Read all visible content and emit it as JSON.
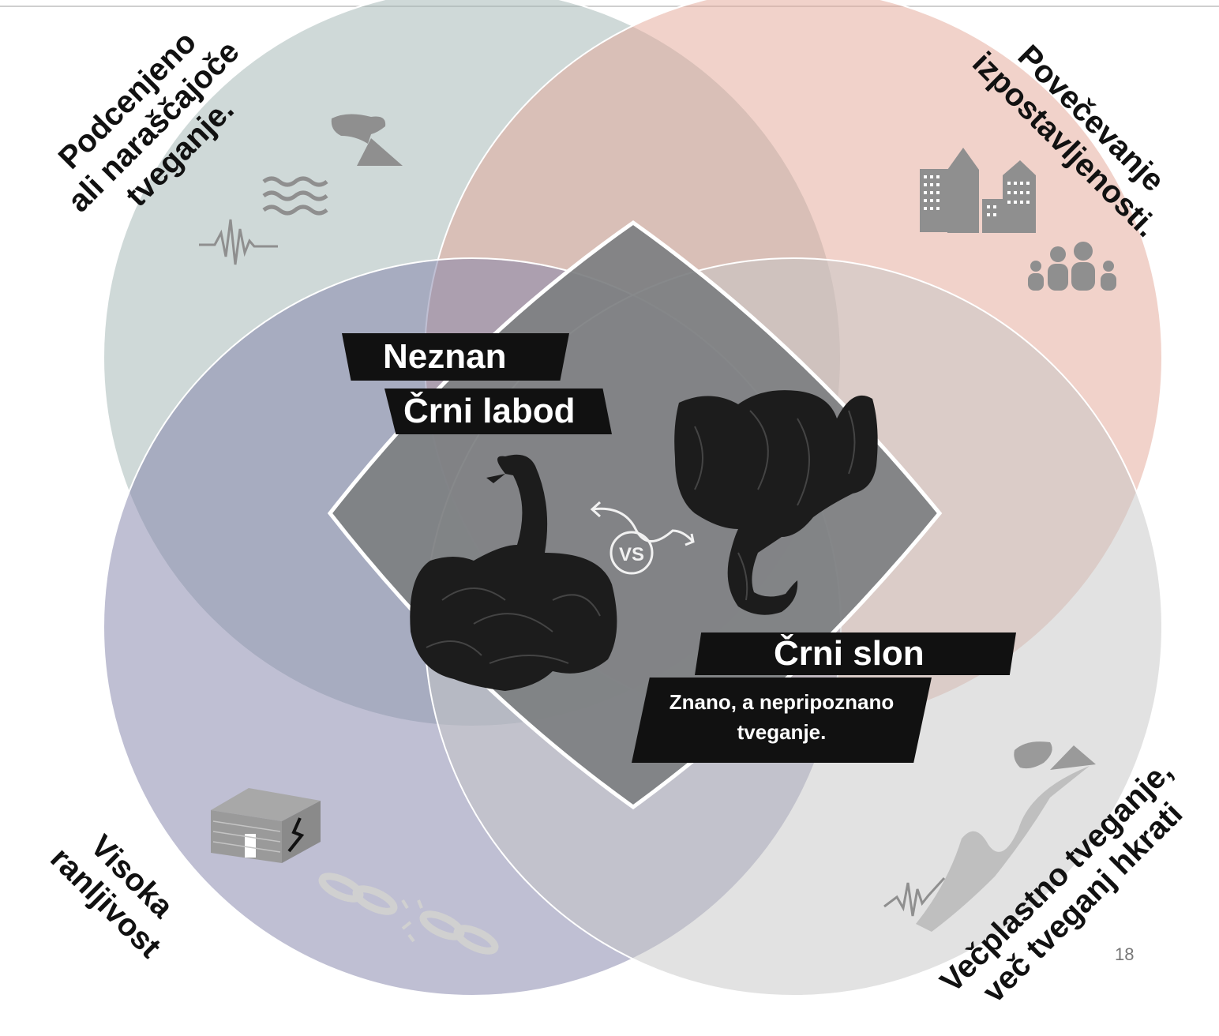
{
  "corners": {
    "top_left": [
      "Podcenjeno",
      "ali naraščajoče",
      "tveganje."
    ],
    "top_right": [
      "Povečevanje",
      "izpostavljenosti."
    ],
    "bottom_left": [
      "Visoka",
      "ranljivost"
    ],
    "bottom_right": [
      "Večplastno tveganje,",
      "več tveganj hkrati"
    ]
  },
  "center": {
    "neznan": "Neznan",
    "black_swan": "Črni labod",
    "black_elephant": "Črni slon",
    "description": "Znano, a nepripoznano tveganje.",
    "vs": "VS"
  },
  "page_number": "18",
  "colors": {
    "circle_top_left": "#9fb3b1",
    "circle_top_right": "#e4a595",
    "circle_bottom_left": "#7f7fa8",
    "circle_bottom_right": "#c6c6c6",
    "center": "#7d7f81",
    "icons": "#8f8f8f",
    "banner": "#111111"
  },
  "icons": [
    "volcano-icon",
    "waves-icon",
    "seismograph-icon",
    "buildings-icon",
    "people-icon",
    "cracked-house-icon",
    "broken-chain-icon",
    "volcano-icon",
    "mountains-icon",
    "seismograph-icon",
    "swan-icon",
    "elephant-icon",
    "swap-arrows-icon"
  ]
}
